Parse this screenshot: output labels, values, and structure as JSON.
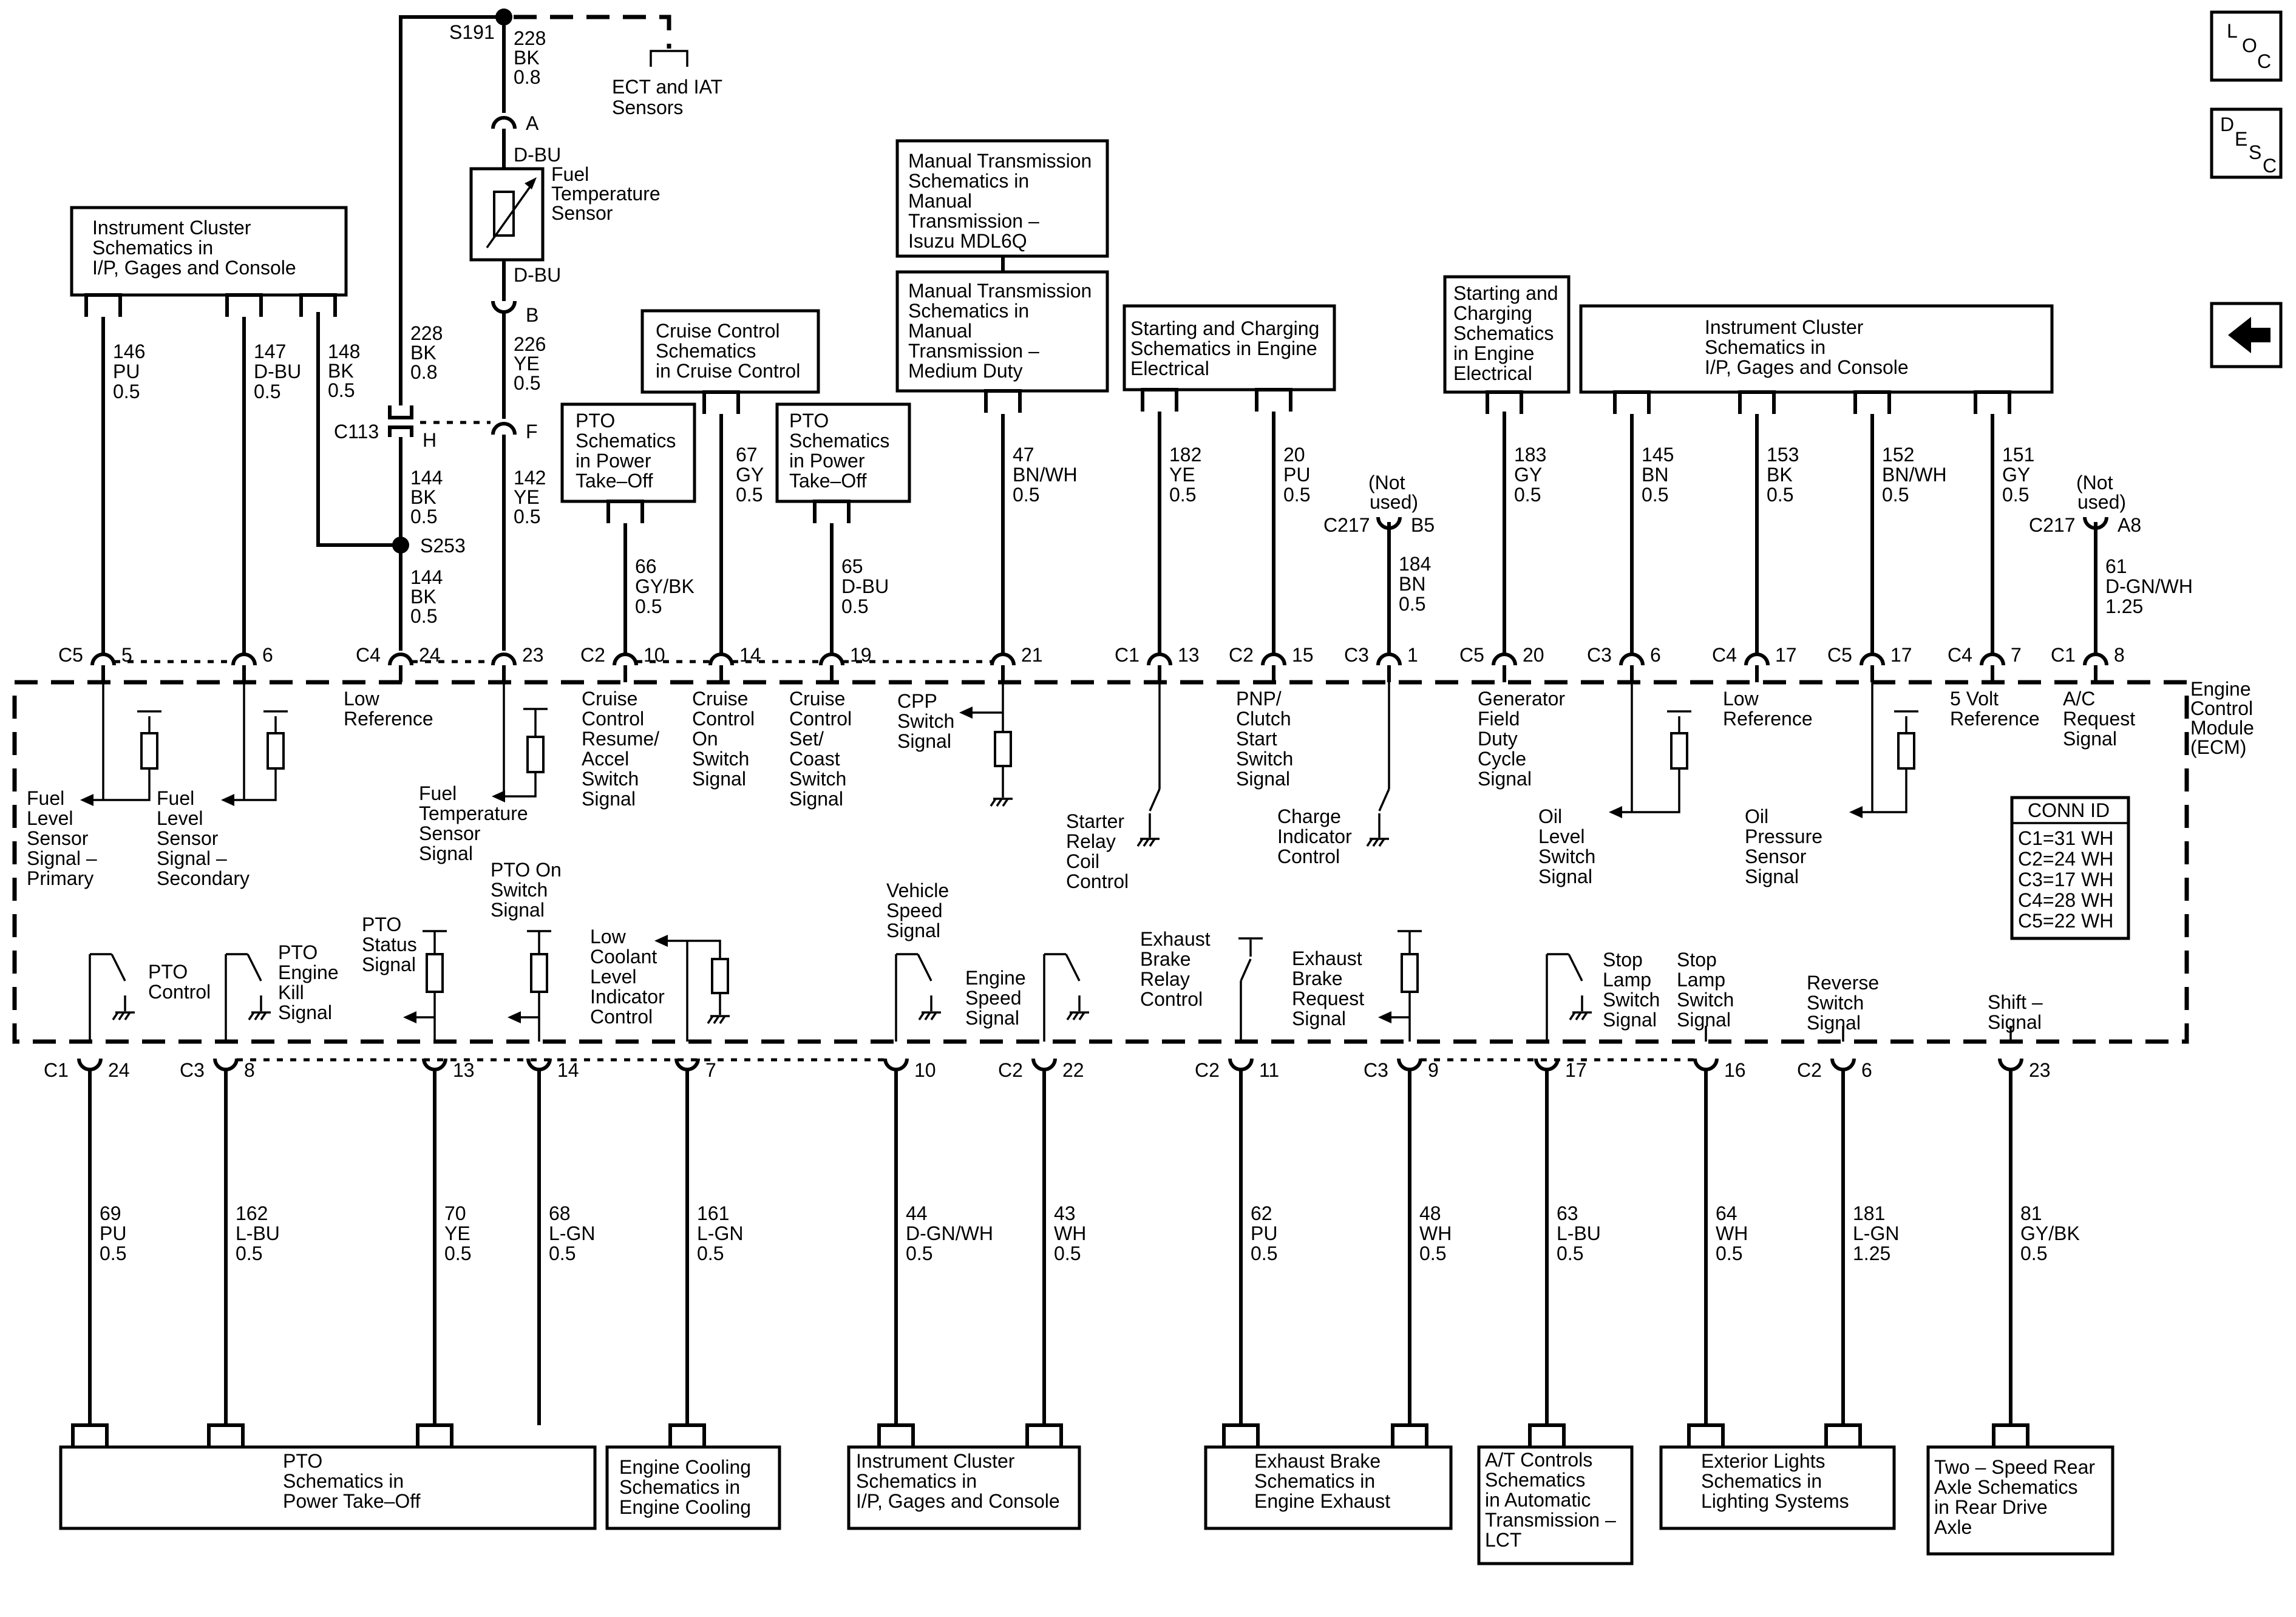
{
  "nav": {
    "loc": [
      "L",
      "O",
      "C"
    ],
    "desc": [
      "D",
      "E",
      "S",
      "C"
    ]
  },
  "ecm": {
    "name": [
      "Engine",
      "Control",
      "Module",
      "(ECM)"
    ],
    "conn_title": "CONN ID",
    "conn_rows": [
      "C1=31 WH",
      "C2=24 WH",
      "C3=17 WH",
      "C4=28 WH",
      "C5=22 WH"
    ]
  },
  "top": {
    "s191": "S191",
    "s191_wire": [
      "228",
      "BK",
      "0.8"
    ],
    "ect": [
      "ECT and IAT",
      "Sensors"
    ],
    "pin_a": "A",
    "dbu_a": "D-BU",
    "sensor": [
      "Fuel",
      "Temperature",
      "Sensor"
    ],
    "dbu_b": "D-BU",
    "pin_b": "B",
    "wire_226": [
      "226",
      "YE",
      "0.5"
    ],
    "wire_228": [
      "228",
      "BK",
      "0.8"
    ],
    "c113": "C113",
    "pin_h": "H",
    "pin_f": "F",
    "wire_144a": [
      "144",
      "BK",
      "0.5"
    ],
    "wire_142": [
      "142",
      "YE",
      "0.5"
    ],
    "s253": "S253",
    "wire_144b": [
      "144",
      "BK",
      "0.5"
    ],
    "wire_148": [
      "148",
      "BK",
      "0.5"
    ]
  },
  "top_boxes": [
    {
      "name": "ic-left-box",
      "lines": [
        "Instrument Cluster",
        "Schematics in",
        "I/P, Gages and Console"
      ]
    },
    {
      "name": "cruise-box",
      "lines": [
        "Cruise Control",
        "Schematics",
        "in Cruise Control"
      ]
    },
    {
      "name": "pto-box-1",
      "lines": [
        "PTO",
        "Schematics",
        "in Power",
        "Take–Off"
      ]
    },
    {
      "name": "pto-box-2",
      "lines": [
        "PTO",
        "Schematics",
        "in Power",
        "Take–Off"
      ]
    },
    {
      "name": "mt-isuzu-box",
      "lines": [
        "Manual Transmission",
        "Schematics in",
        "Manual",
        "Transmission –",
        "Isuzu MDL6Q"
      ]
    },
    {
      "name": "mt-medium-box",
      "lines": [
        "Manual Transmission",
        "Schematics in",
        "Manual",
        "Transmission –",
        "Medium Duty"
      ]
    },
    {
      "name": "starting-charging-box",
      "lines": [
        "Starting and Charging",
        "Schematics in Engine",
        "Electrical"
      ]
    },
    {
      "name": "starting-charging-box-2",
      "lines": [
        "Starting and",
        "Charging",
        "Schematics",
        "in Engine",
        "Electrical"
      ]
    },
    {
      "name": "ic-right-box",
      "lines": [
        "Instrument Cluster",
        "Schematics in",
        "I/P, Gages and Console"
      ]
    }
  ],
  "top_wires": [
    {
      "name": "wire-146",
      "lines": [
        "146",
        "PU",
        "0.5"
      ]
    },
    {
      "name": "wire-147",
      "lines": [
        "147",
        "D-BU",
        "0.5"
      ]
    },
    {
      "name": "wire-67",
      "lines": [
        "67",
        "GY",
        "0.5"
      ]
    },
    {
      "name": "wire-66",
      "lines": [
        "66",
        "GY/BK",
        "0.5"
      ]
    },
    {
      "name": "wire-65",
      "lines": [
        "65",
        "D-BU",
        "0.5"
      ]
    },
    {
      "name": "wire-47",
      "lines": [
        "47",
        "BN/WH",
        "0.5"
      ]
    },
    {
      "name": "wire-182",
      "lines": [
        "182",
        "YE",
        "0.5"
      ]
    },
    {
      "name": "wire-20",
      "lines": [
        "20",
        "PU",
        "0.5"
      ]
    },
    {
      "name": "wire-184",
      "lines": [
        "184",
        "BN",
        "0.5"
      ]
    },
    {
      "name": "wire-183",
      "lines": [
        "183",
        "GY",
        "0.5"
      ]
    },
    {
      "name": "wire-145",
      "lines": [
        "145",
        "BN",
        "0.5"
      ]
    },
    {
      "name": "wire-153",
      "lines": [
        "153",
        "BK",
        "0.5"
      ]
    },
    {
      "name": "wire-152",
      "lines": [
        "152",
        "BN/WH",
        "0.5"
      ]
    },
    {
      "name": "wire-151",
      "lines": [
        "151",
        "GY",
        "0.5"
      ]
    },
    {
      "name": "wire-61",
      "lines": [
        "61",
        "D-GN/WH",
        "1.25"
      ]
    }
  ],
  "c217": [
    {
      "not_used": [
        "(Not",
        "used)"
      ],
      "conn": "C217",
      "pin": "B5"
    },
    {
      "not_used": [
        "(Not",
        "used)"
      ],
      "conn": "C217",
      "pin": "A8"
    }
  ],
  "top_pins": [
    {
      "conn": "C5",
      "pin": "5"
    },
    {
      "conn": "",
      "pin": "6"
    },
    {
      "conn": "C4",
      "pin": "24"
    },
    {
      "conn": "",
      "pin": "23"
    },
    {
      "conn": "C2",
      "pin": "10"
    },
    {
      "conn": "",
      "pin": "14"
    },
    {
      "conn": "",
      "pin": "19"
    },
    {
      "conn": "",
      "pin": "21"
    },
    {
      "conn": "C1",
      "pin": "13"
    },
    {
      "conn": "C2",
      "pin": "15"
    },
    {
      "conn": "C3",
      "pin": "1"
    },
    {
      "conn": "C5",
      "pin": "20"
    },
    {
      "conn": "C3",
      "pin": "6"
    },
    {
      "conn": "C4",
      "pin": "17"
    },
    {
      "conn": "C5",
      "pin": "17"
    },
    {
      "conn": "C4",
      "pin": "7"
    },
    {
      "conn": "C1",
      "pin": "8"
    }
  ],
  "ecm_top_labels": [
    {
      "name": "low-reference-label-1",
      "lines": [
        "Low",
        "Reference"
      ]
    },
    {
      "name": "cruise-resume-label",
      "lines": [
        "Cruise",
        "Control",
        "Resume/",
        "Accel",
        "Switch",
        "Signal"
      ]
    },
    {
      "name": "cruise-on-label",
      "lines": [
        "Cruise",
        "Control",
        "On",
        "Switch",
        "Signal"
      ]
    },
    {
      "name": "cruise-set-label",
      "lines": [
        "Cruise",
        "Control",
        "Set/",
        "Coast",
        "Switch",
        "Signal"
      ]
    },
    {
      "name": "cpp-label",
      "lines": [
        "CPP",
        "Switch",
        "Signal"
      ]
    },
    {
      "name": "pnp-label",
      "lines": [
        "PNP/",
        "Clutch",
        "Start",
        "Switch",
        "Signal"
      ]
    },
    {
      "name": "generator-label",
      "lines": [
        "Generator",
        "Field",
        "Duty",
        "Cycle",
        "Signal"
      ]
    },
    {
      "name": "low-reference-label-2",
      "lines": [
        "Low",
        "Reference"
      ]
    },
    {
      "name": "five-volt-label",
      "lines": [
        "5 Volt",
        "Reference"
      ]
    },
    {
      "name": "ac-request-label",
      "lines": [
        "A/C",
        "Request",
        "Signal"
      ]
    },
    {
      "name": "fuel-level-primary-label",
      "lines": [
        "Fuel",
        "Level",
        "Sensor",
        "Signal –",
        "Primary"
      ]
    },
    {
      "name": "fuel-level-secondary-label",
      "lines": [
        "Fuel",
        "Level",
        "Sensor",
        "Signal –",
        "Secondary"
      ]
    },
    {
      "name": "fuel-temp-signal-label",
      "lines": [
        "Fuel",
        "Temperature",
        "Sensor",
        "Signal"
      ]
    },
    {
      "name": "starter-relay-label",
      "lines": [
        "Starter",
        "Relay",
        "Coil",
        "Control"
      ]
    },
    {
      "name": "charge-indicator-label",
      "lines": [
        "Charge",
        "Indicator",
        "Control"
      ]
    },
    {
      "name": "oil-level-label",
      "lines": [
        "Oil",
        "Level",
        "Switch",
        "Signal"
      ]
    },
    {
      "name": "oil-pressure-label",
      "lines": [
        "Oil",
        "Pressure",
        "Sensor",
        "Signal"
      ]
    }
  ],
  "ecm_bottom_labels": [
    {
      "name": "pto-control-label",
      "lines": [
        "PTO",
        "Control"
      ]
    },
    {
      "name": "pto-kill-label",
      "lines": [
        "PTO",
        "Engine",
        "Kill",
        "Signal"
      ]
    },
    {
      "name": "pto-status-label",
      "lines": [
        "PTO",
        "Status",
        "Signal"
      ]
    },
    {
      "name": "pto-on-label",
      "lines": [
        "PTO On",
        "Switch",
        "Signal"
      ]
    },
    {
      "name": "low-coolant-label",
      "lines": [
        "Low",
        "Coolant",
        "Level",
        "Indicator",
        "Control"
      ]
    },
    {
      "name": "vss-label",
      "lines": [
        "Vehicle",
        "Speed",
        "Signal"
      ]
    },
    {
      "name": "engine-speed-label",
      "lines": [
        "Engine",
        "Speed",
        "Signal"
      ]
    },
    {
      "name": "exhaust-relay-label",
      "lines": [
        "Exhaust",
        "Brake",
        "Relay",
        "Control"
      ]
    },
    {
      "name": "exhaust-request-label",
      "lines": [
        "Exhaust",
        "Brake",
        "Request",
        "Signal"
      ]
    },
    {
      "name": "stop-lamp-1-label",
      "lines": [
        "Stop",
        "Lamp",
        "Switch",
        "Signal"
      ]
    },
    {
      "name": "stop-lamp-2-label",
      "lines": [
        "Stop",
        "Lamp",
        "Switch",
        "Signal"
      ]
    },
    {
      "name": "reverse-label",
      "lines": [
        "Reverse",
        "Switch",
        "Signal"
      ]
    },
    {
      "name": "shift-label",
      "lines": [
        "Shift –",
        "Signal"
      ]
    }
  ],
  "bottom_pins": [
    {
      "conn": "C1",
      "pin": "24"
    },
    {
      "conn": "C3",
      "pin": "8"
    },
    {
      "conn": "",
      "pin": "13"
    },
    {
      "conn": "",
      "pin": "14"
    },
    {
      "conn": "",
      "pin": "7"
    },
    {
      "conn": "",
      "pin": "10"
    },
    {
      "conn": "C2",
      "pin": "22"
    },
    {
      "conn": "C2",
      "pin": "11"
    },
    {
      "conn": "C3",
      "pin": "9"
    },
    {
      "conn": "",
      "pin": "17"
    },
    {
      "conn": "",
      "pin": "16"
    },
    {
      "conn": "C2",
      "pin": "6"
    },
    {
      "conn": "",
      "pin": "23"
    }
  ],
  "bottom_wires": [
    {
      "name": "wire-69",
      "lines": [
        "69",
        "PU",
        "0.5"
      ]
    },
    {
      "name": "wire-162",
      "lines": [
        "162",
        "L-BU",
        "0.5"
      ]
    },
    {
      "name": "wire-70",
      "lines": [
        "70",
        "YE",
        "0.5"
      ]
    },
    {
      "name": "wire-68",
      "lines": [
        "68",
        "L-GN",
        "0.5"
      ]
    },
    {
      "name": "wire-161",
      "lines": [
        "161",
        "L-GN",
        "0.5"
      ]
    },
    {
      "name": "wire-44",
      "lines": [
        "44",
        "D-GN/WH",
        "0.5"
      ]
    },
    {
      "name": "wire-43",
      "lines": [
        "43",
        "WH",
        "0.5"
      ]
    },
    {
      "name": "wire-62",
      "lines": [
        "62",
        "PU",
        "0.5"
      ]
    },
    {
      "name": "wire-48",
      "lines": [
        "48",
        "WH",
        "0.5"
      ]
    },
    {
      "name": "wire-63",
      "lines": [
        "63",
        "L-BU",
        "0.5"
      ]
    },
    {
      "name": "wire-64",
      "lines": [
        "64",
        "WH",
        "0.5"
      ]
    },
    {
      "name": "wire-181",
      "lines": [
        "181",
        "L-GN",
        "1.25"
      ]
    },
    {
      "name": "wire-81",
      "lines": [
        "81",
        "GY/BK",
        "0.5"
      ]
    }
  ],
  "bottom_boxes": [
    {
      "name": "pto-bottom-box",
      "lines": [
        "PTO",
        "Schematics in",
        "Power Take–Off"
      ]
    },
    {
      "name": "engine-cooling-box",
      "lines": [
        "Engine Cooling",
        "Schematics in",
        "Engine Cooling"
      ]
    },
    {
      "name": "ic-bottom-box",
      "lines": [
        "Instrument Cluster",
        "Schematics in",
        "I/P, Gages and Console"
      ]
    },
    {
      "name": "exhaust-brake-box",
      "lines": [
        "Exhaust Brake",
        "Schematics in",
        "Engine Exhaust"
      ]
    },
    {
      "name": "at-controls-box",
      "lines": [
        "A/T Controls",
        "Schematics",
        "in Automatic",
        "Transmission –",
        "LCT"
      ]
    },
    {
      "name": "exterior-lights-box",
      "lines": [
        "Exterior Lights",
        "Schematics in",
        "Lighting Systems"
      ]
    },
    {
      "name": "two-speed-box",
      "lines": [
        "Two – Speed Rear",
        "Axle Schematics",
        "in Rear Drive",
        "Axle"
      ]
    }
  ]
}
